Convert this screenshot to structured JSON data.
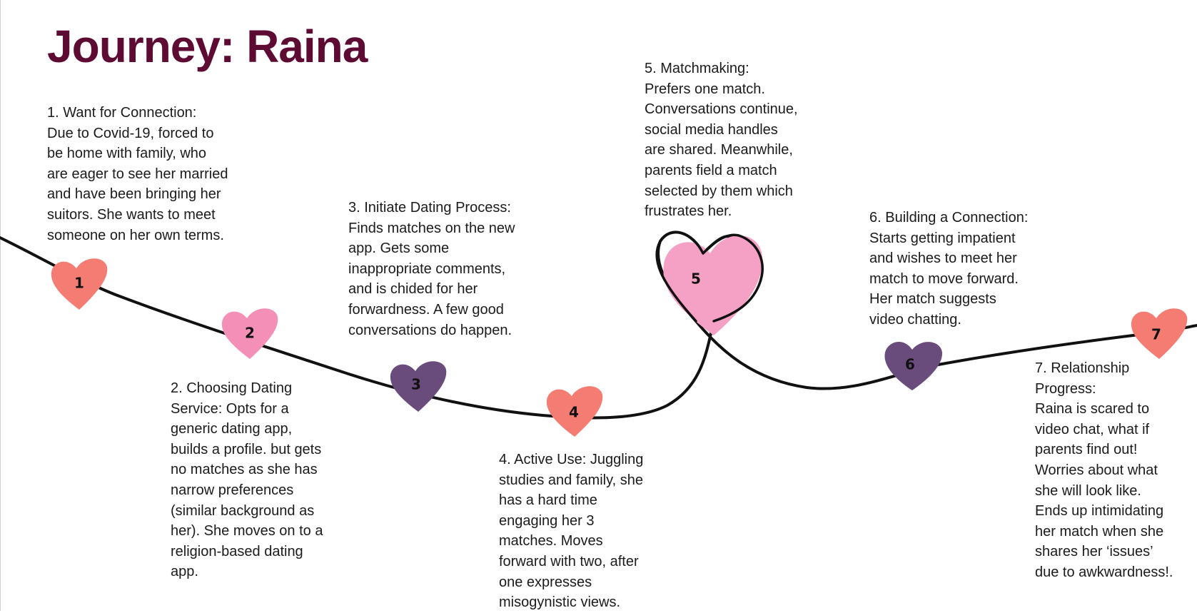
{
  "title": "Journey: Raina",
  "colors": {
    "title": "#5e0b34",
    "coral": "#f47c72",
    "pink": "#f48fb8",
    "purple": "#6a4c7c",
    "light_pink": "#f5a0c5",
    "line": "#111111"
  },
  "hearts": [
    {
      "label": "1",
      "color": "coral"
    },
    {
      "label": "2",
      "color": "pink"
    },
    {
      "label": "3",
      "color": "purple"
    },
    {
      "label": "4",
      "color": "coral"
    },
    {
      "label": "5",
      "color": "light_pink"
    },
    {
      "label": "6",
      "color": "purple"
    },
    {
      "label": "7",
      "color": "coral"
    }
  ],
  "steps": [
    {
      "text": "1. Want for Connection:\nDue to Covid-19, forced to\nbe home with family, who\nare eager to see her married\nand have been bringing her\nsuitors. She wants to  meet\nsomeone on her own terms."
    },
    {
      "text": "2. Choosing Dating\nService: Opts for a\ngeneric dating app,\nbuilds a profile. but gets\nno matches as she has\nnarrow preferences\n(similar background as\nher). She moves on to a\nreligion-based dating\napp."
    },
    {
      "text": "3. Initiate Dating Process:\nFinds matches on the new\napp. Gets some\ninappropriate comments,\nand is chided for her\nforwardness. A few good\nconversations do happen."
    },
    {
      "text": "4. Active Use: Juggling\nstudies and family, she\nhas a hard time\nengaging her 3\nmatches. Moves\nforward with two, after\none expresses\nmisogynistic views."
    },
    {
      "text": "5. Matchmaking:\nPrefers one match.\nConversations continue,\nsocial media handles\nare shared. Meanwhile,\nparents field a match\nselected by them which\nfrustrates her."
    },
    {
      "text": "6. Building a Connection:\nStarts getting impatient\nand wishes to meet her\nmatch to move forward.\nHer match suggests\nvideo chatting."
    },
    {
      "text": "7. Relationship\nProgress:\nRaina is scared to\nvideo chat, what if\nparents find out!\nWorries about what\nshe will look like.\nEnds up intimidating\nher match when she\nshares her ‘issues’\ndue to awkwardness!."
    }
  ]
}
